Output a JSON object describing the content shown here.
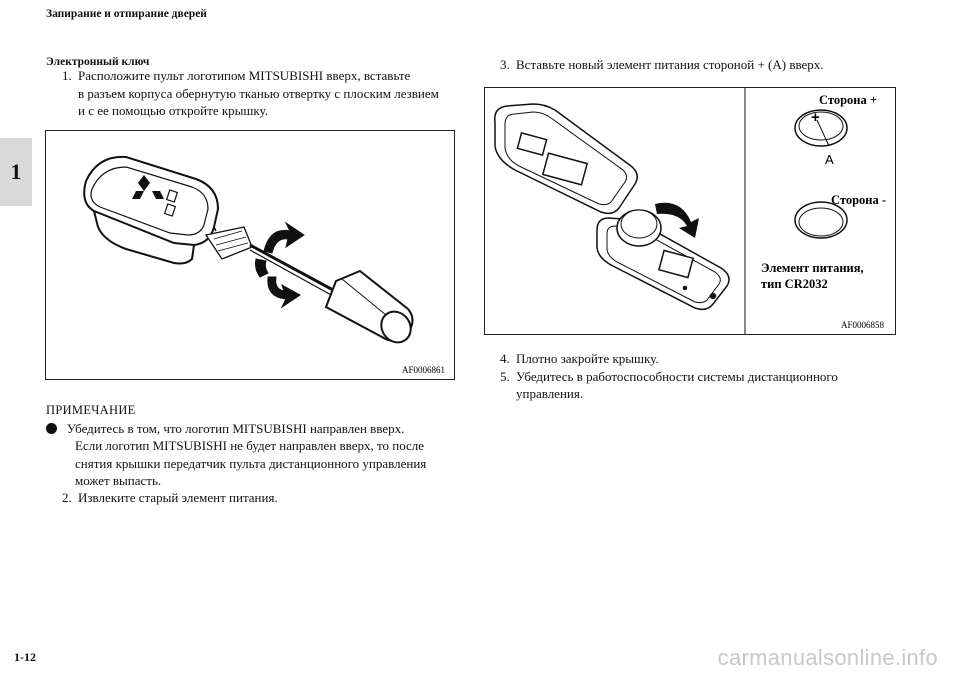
{
  "header": {
    "title": "Запирание и отпирание дверей"
  },
  "chapter_tab": "1",
  "section": {
    "title": "Электронный ключ"
  },
  "left": {
    "step1": {
      "num": "1.",
      "lines": [
        "Расположите пульт логотипом MITSUBISHI вверх, вставьте",
        "в разъем корпуса обернутую тканью отвертку с плоским лезвием",
        "и с ее помощью откройте крышку."
      ]
    },
    "figure1": {
      "code": "AF0006861"
    },
    "note": {
      "heading": "ПРИМЕЧАНИЕ",
      "lines": [
        "Убедитесь в том, что логотип MITSUBISHI направлен вверх.",
        "Если логотип MITSUBISHI не будет направлен вверх, то после",
        "снятия крышки передатчик пульта дистанционного управления",
        "может выпасть."
      ]
    },
    "step2": {
      "num": "2.",
      "text": "Извлеките старый элемент питания."
    }
  },
  "right": {
    "step3": {
      "num": "3.",
      "text": "Вставьте новый элемент питания стороной + (A) вверх."
    },
    "figure2": {
      "code": "AF0006858",
      "side_plus": "Сторона +",
      "side_minus": "Сторона -",
      "plus_sign": "+",
      "marker": "A",
      "battery_line1": "Элемент питания,",
      "battery_line2": "тип CR2032"
    },
    "step4": {
      "num": "4.",
      "text": "Плотно закройте крышку."
    },
    "step5": {
      "num": "5.",
      "lines": [
        "Убедитесь в работоспособности системы дистанционного",
        "управления."
      ]
    }
  },
  "footer": {
    "page_number": "1-12",
    "watermark": "carmanualsonline.info"
  }
}
